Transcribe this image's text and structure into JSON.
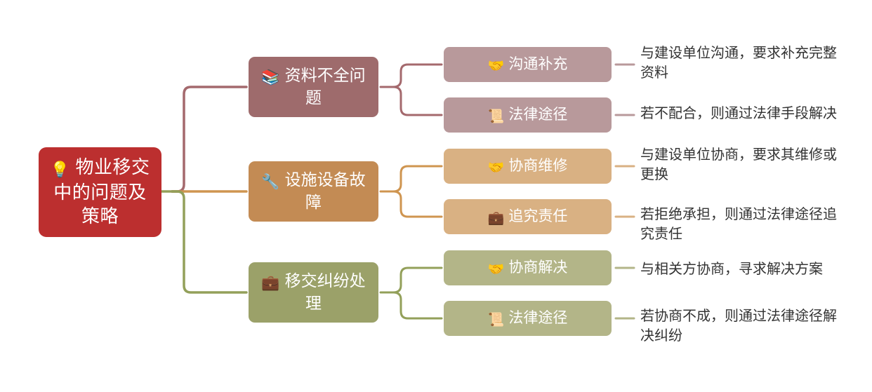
{
  "diagram": {
    "type": "mind-map",
    "title": "物业移交中的问题及策略",
    "background": "#ffffff",
    "root": {
      "label": "物业移交中的问题及策略",
      "icon": "lightbulb-icon",
      "glyph": "💡",
      "color": "#bc2f2f",
      "text_color": "#ffffff"
    },
    "branches": [
      {
        "label": "资料不全问题",
        "icon": "books-icon",
        "glyph": "📚",
        "color": "#9e6b6c",
        "child_color": "#b8999b",
        "line_color": "#a4696d",
        "children": [
          {
            "label": "沟通补充",
            "icon": "handshake-icon",
            "glyph": "🤝",
            "description": "与建设单位沟通，要求补充完整资料"
          },
          {
            "label": "法律途径",
            "icon": "scroll-icon",
            "glyph": "📜",
            "description": "若不配合，则通过法律手段解决"
          }
        ]
      },
      {
        "label": "设施设备故障",
        "icon": "wrench-icon",
        "glyph": "🔧",
        "color": "#c38b54",
        "child_color": "#d9b183",
        "line_color": "#cf9550",
        "children": [
          {
            "label": "协商维修",
            "icon": "handshake-icon",
            "glyph": "🤝",
            "description": "与建设单位协商，要求其维修或更换"
          },
          {
            "label": "追究责任",
            "icon": "briefcase-icon",
            "glyph": "💼",
            "description": "若拒绝承担，则通过法律途径追究责任"
          }
        ]
      },
      {
        "label": "移交纠纷处理",
        "icon": "briefcase-icon",
        "glyph": "💼",
        "color": "#9ba169",
        "child_color": "#b3b588",
        "line_color": "#93a05a",
        "children": [
          {
            "label": "协商解决",
            "icon": "handshake-icon",
            "glyph": "🤝",
            "description": "与相关方协商，寻求解决方案"
          },
          {
            "label": "法律途径",
            "icon": "scroll-icon",
            "glyph": "📜",
            "description": "若协商不成，则通过法律途径解决纠纷"
          }
        ]
      }
    ]
  }
}
